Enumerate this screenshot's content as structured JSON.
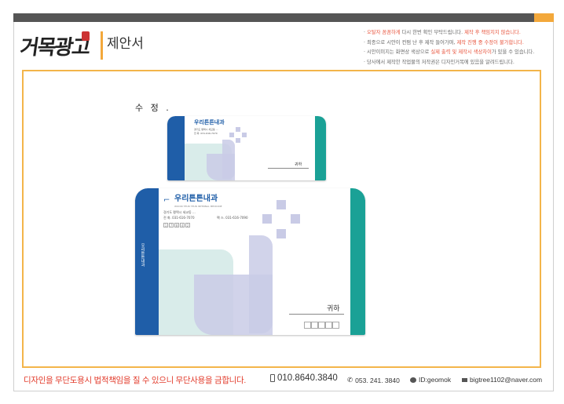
{
  "header": {
    "logo": "거목광고",
    "title": "제안서",
    "notices": [
      [
        {
          "t": "오탈자 꼼꼼하게",
          "r": true
        },
        {
          "t": " 다시 한번 확인 부탁드립니다. ",
          "r": false
        },
        {
          "t": "제작 후 책임지지 않습니다.",
          "r": true
        }
      ],
      [
        {
          "t": "최종으로 시안이 컨펌 난 후 제작 들어가며, ",
          "r": false
        },
        {
          "t": "제작 진행 중 수정이 불가합니다.",
          "r": true
        }
      ],
      [
        {
          "t": "시안이미지는 화면상 색상으로 ",
          "r": false
        },
        {
          "t": "실제 출력 및 제작시 색상차이",
          "r": true
        },
        {
          "t": "가 있을 수 있습니다.",
          "r": false
        }
      ],
      [
        {
          "t": "당사에서 제작한 작업물의 저작권은 디자인거목에 있음을 알려드립니다.",
          "r": false
        }
      ]
    ]
  },
  "proposal": {
    "note": "수 정 .",
    "brand": "우리튼튼내과",
    "brand_sub": "WOORI TEUN TEUN INTERNAL MEDICINE",
    "address": "경기도 평택시 세교동 ...",
    "tel": "전 화. 031-616-7070",
    "fax": "팩 스. 031-616-7090",
    "zip": [
      "1",
      "7",
      "8",
      "4",
      "2"
    ],
    "recipient": "귀하",
    "spine": "우리튼튼내과"
  },
  "footer": {
    "warning": "디자인을 무단도용시 법적책임을 질 수 있으니 무단사용을 금합니다.",
    "mobile": "010.8640.3840",
    "phone": "053. 241. 3840",
    "kakao": "ID:geomok",
    "email": "bigtree1102@naver.com"
  }
}
